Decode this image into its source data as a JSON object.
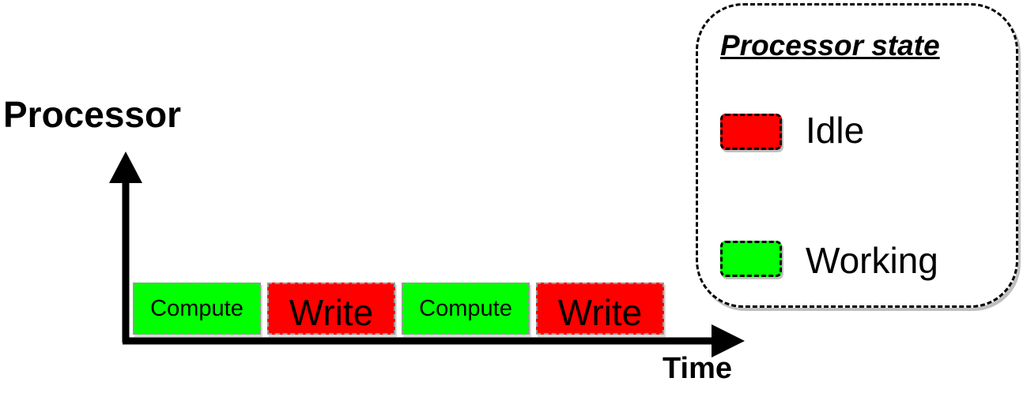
{
  "axes": {
    "y_label": "Processor",
    "x_label": "Time"
  },
  "timeline": [
    {
      "label": "Compute",
      "state": "Working"
    },
    {
      "label": "Write",
      "state": "Idle"
    },
    {
      "label": "Compute",
      "state": "Working"
    },
    {
      "label": "Write",
      "state": "Idle"
    }
  ],
  "legend": {
    "title": "Processor state",
    "items": [
      {
        "label": "Idle",
        "color": "#ff0000"
      },
      {
        "label": "Working",
        "color": "#00ff00"
      }
    ]
  }
}
